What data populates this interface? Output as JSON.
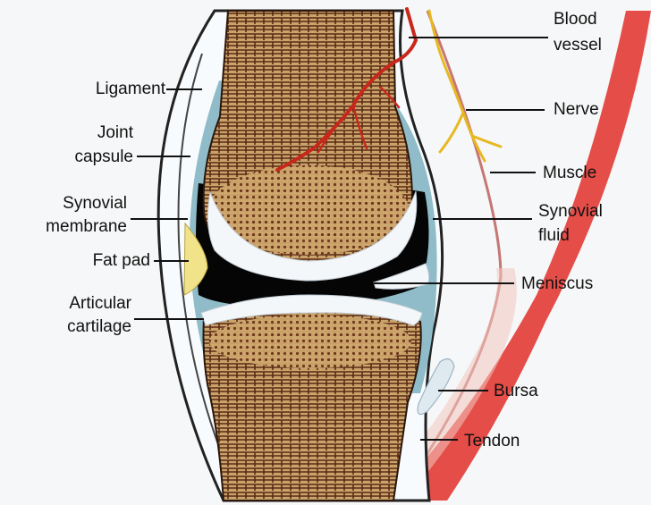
{
  "labels": {
    "blood_vessel_l1": "Blood",
    "blood_vessel_l2": "vessel",
    "ligament": "Ligament",
    "joint_capsule_l1": "Joint",
    "joint_capsule_l2": "capsule",
    "nerve": "Nerve",
    "muscle": "Muscle",
    "synovial_membrane_l1": "Synovial",
    "synovial_membrane_l2": "membrane",
    "synovial_fluid_l1": "Synovial",
    "synovial_fluid_l2": "fluid",
    "fat_pad": "Fat pad",
    "meniscus": "Meniscus",
    "articular_cartilage_l1": "Articular",
    "articular_cartilage_l2": "cartilage",
    "bursa": "Bursa",
    "tendon": "Tendon"
  },
  "colors": {
    "bone": "#c9a36a",
    "bone_texture": "#5a2a14",
    "cartilage": "#f4f7fa",
    "synovial_fluid": "#050505",
    "synovial_membrane": "#8fbcc8",
    "capsule": "#f8fbfd",
    "muscle": "#e23a34",
    "blood_vessel": "#c8281c",
    "nerve": "#e7b820",
    "fat_pad": "#f1e38a",
    "bursa": "#dfe9f0",
    "leader_line": "#111111"
  }
}
